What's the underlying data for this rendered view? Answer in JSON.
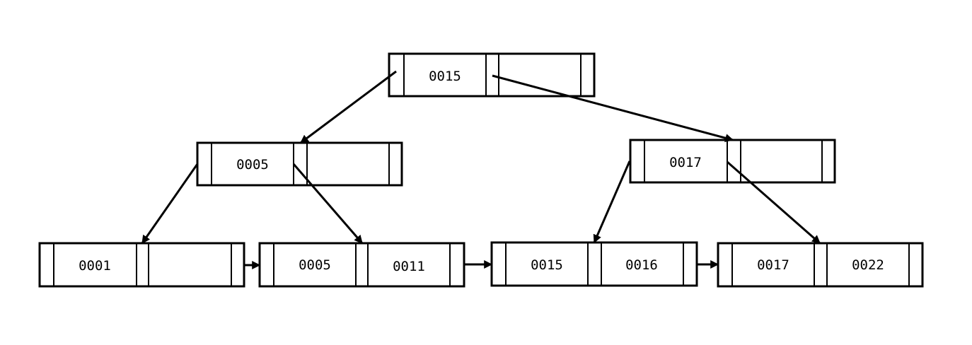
{
  "colors": {
    "stroke": "#000000",
    "fill": "#ffffff"
  },
  "nodes": [
    {
      "id": "root",
      "keys": [
        "0015",
        ""
      ]
    },
    {
      "id": "internal-left",
      "keys": [
        "0005",
        ""
      ]
    },
    {
      "id": "internal-right",
      "keys": [
        "0017",
        ""
      ]
    },
    {
      "id": "leaf-1",
      "keys": [
        "0001",
        ""
      ]
    },
    {
      "id": "leaf-2",
      "keys": [
        "0005",
        "0011"
      ]
    },
    {
      "id": "leaf-3",
      "keys": [
        "0015",
        "0016"
      ]
    },
    {
      "id": "leaf-4",
      "keys": [
        "0017",
        "0022"
      ]
    }
  ]
}
